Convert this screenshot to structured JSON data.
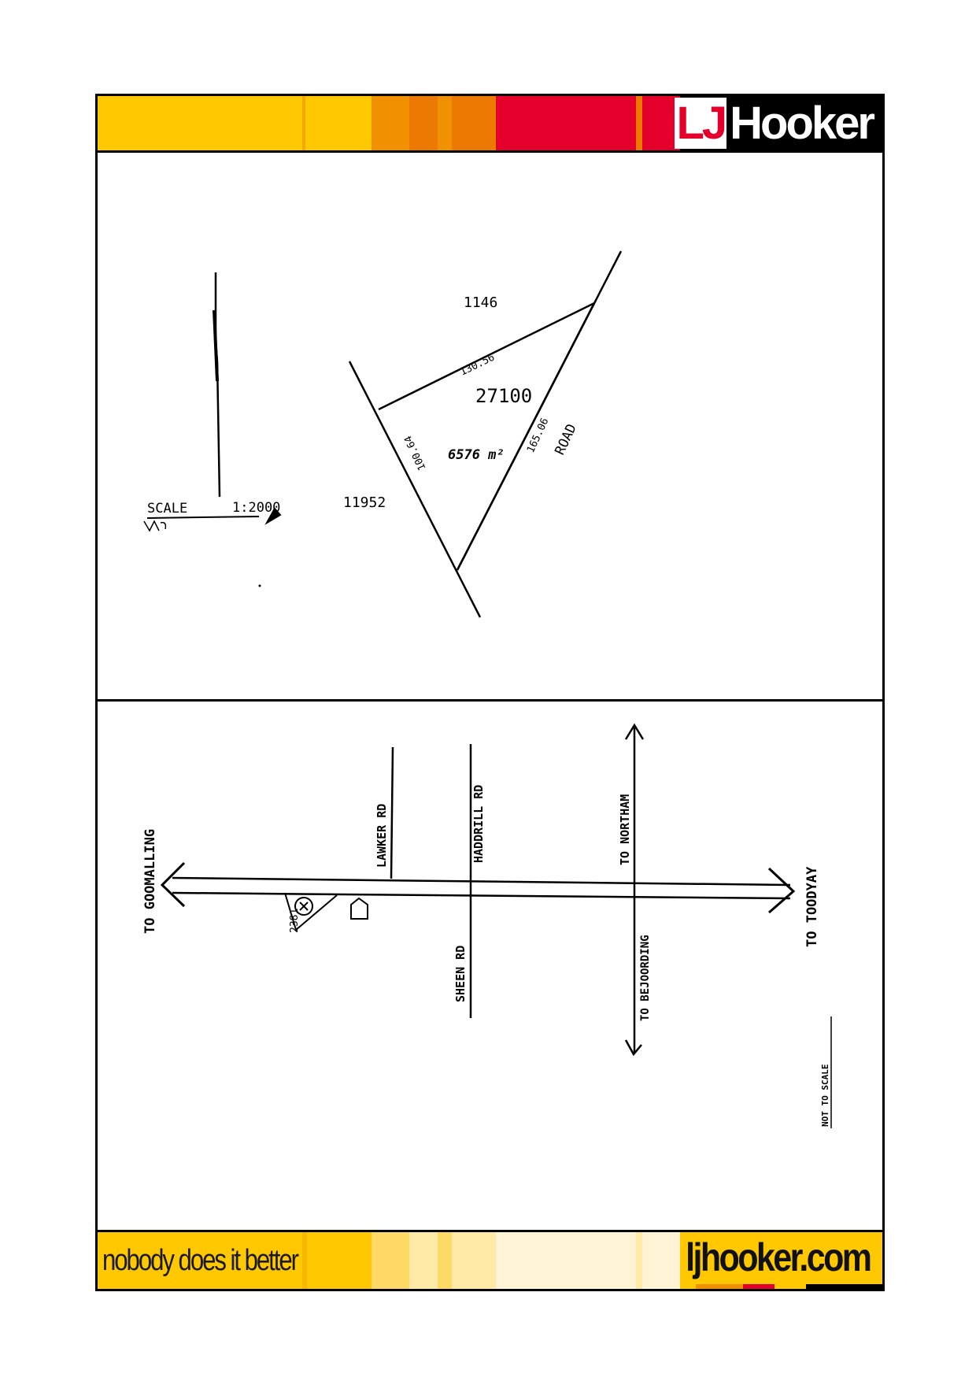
{
  "header": {
    "brand_lj": "LJ",
    "brand_hooker": "Hooker",
    "colors": {
      "yellow": "#FFC800",
      "orange": "#F29100",
      "dark_orange": "#EC7A00",
      "red": "#E4002B",
      "black": "#000000"
    }
  },
  "plan": {
    "lot_north": "1146",
    "lot_number": "27100",
    "area": "6576 m²",
    "lot_west": "11952",
    "dim_north": "130.56",
    "dim_east": "165.06",
    "dim_west": "100.64",
    "road_label": "ROAD",
    "scale_label": "SCALE",
    "scale_value": "1:2000"
  },
  "locality_map": {
    "to_goomalling": "TO GOOMALLING",
    "to_toodyay": "TO TOODYAY",
    "lawker_rd": "LAWKER RD",
    "haddrill_rd": "HADDRILL RD",
    "to_northam": "TO NORTHAM",
    "sheen_rd": "SHEEN RD",
    "to_bejoording": "TO BEJOORDING",
    "lot_ref": "2381",
    "not_to_scale": "NOT TO SCALE"
  },
  "footer": {
    "slogan": "nobody does it better",
    "website": "ljhooker.com"
  }
}
